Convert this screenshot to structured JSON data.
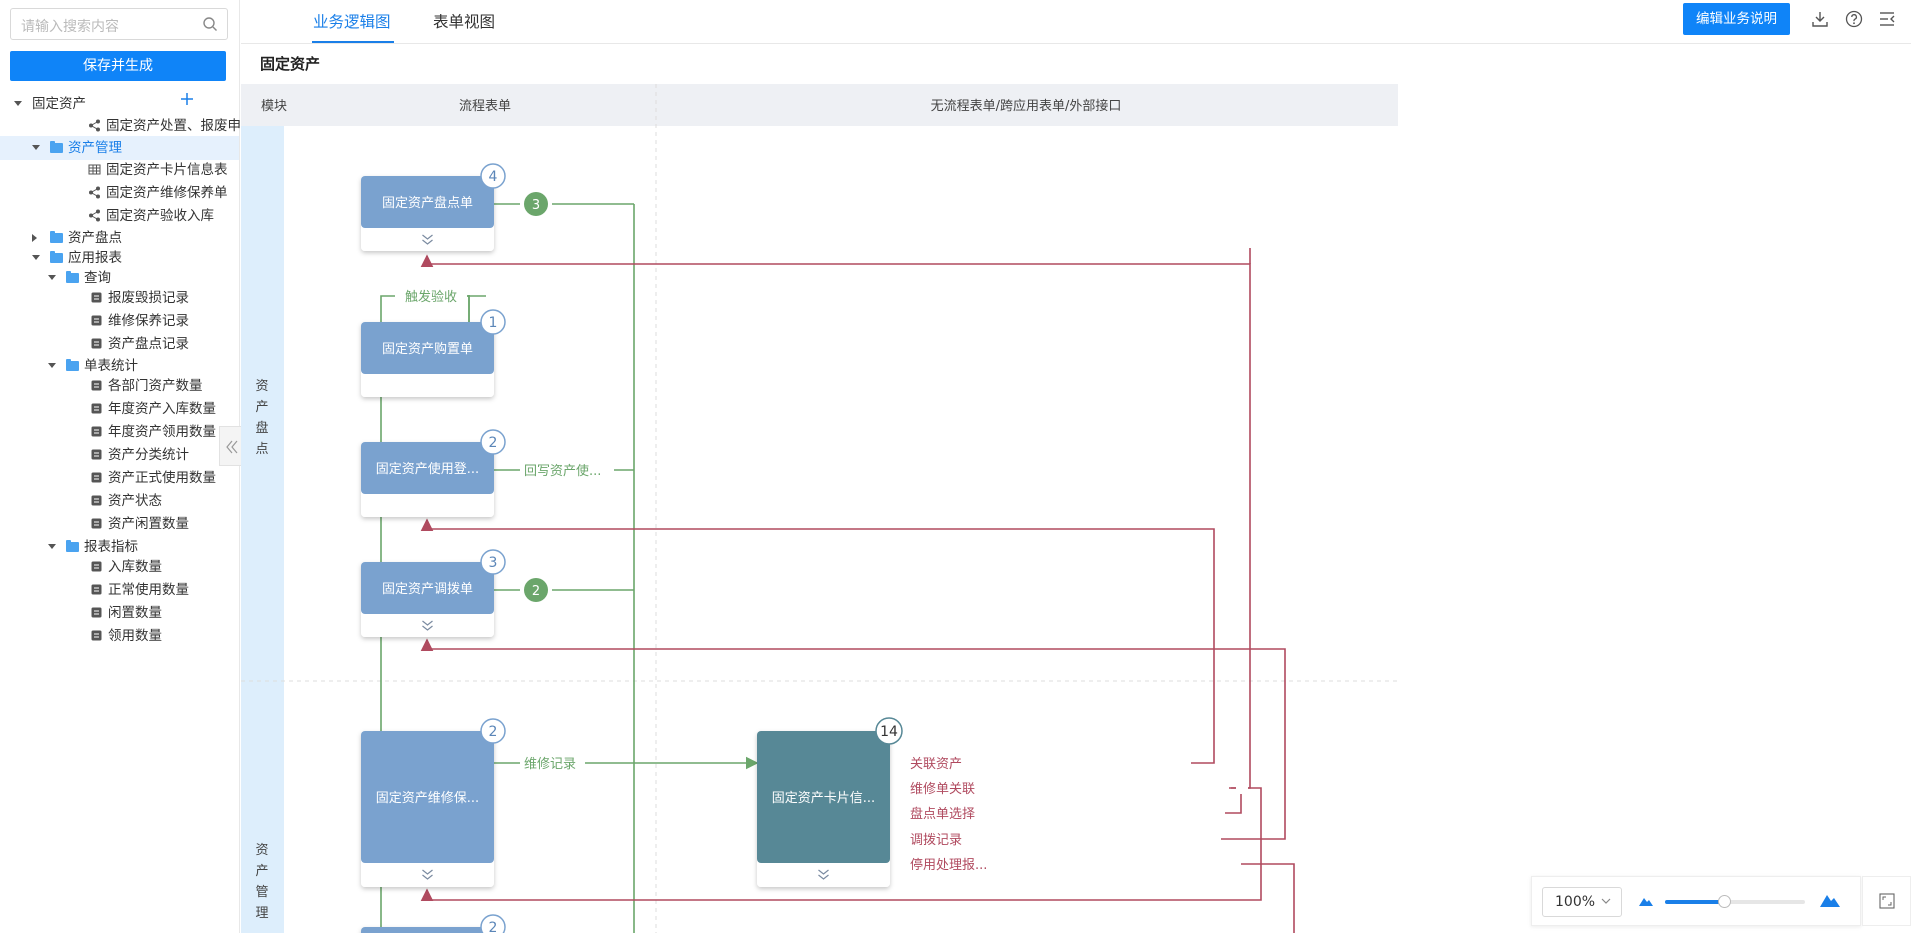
{
  "sidebar": {
    "search_placeholder": "请输入搜索内容",
    "save_label": "保存并生成",
    "tree": [
      {
        "label": "固定资产",
        "level": 0,
        "kind": "root",
        "arrow": "down"
      },
      {
        "label": "固定资产处置、报废申请",
        "level": 2,
        "kind": "flow"
      },
      {
        "label": "资产管理",
        "level": 1,
        "kind": "folder",
        "arrow": "down",
        "selected": true
      },
      {
        "label": "固定资产卡片信息表",
        "level": 2,
        "kind": "table"
      },
      {
        "label": "固定资产维修保养单",
        "level": 2,
        "kind": "flow"
      },
      {
        "label": "固定资产验收入库",
        "level": 2,
        "kind": "flow"
      },
      {
        "label": "资产盘点",
        "level": 1,
        "kind": "folder",
        "arrow": "right"
      },
      {
        "label": "应用报表",
        "level": 1,
        "kind": "folder",
        "arrow": "down"
      },
      {
        "label": "查询",
        "level": 2,
        "kind": "folder",
        "arrow": "down"
      },
      {
        "label": "报废毁损记录",
        "level": 3,
        "kind": "report"
      },
      {
        "label": "维修保养记录",
        "level": 3,
        "kind": "report"
      },
      {
        "label": "资产盘点记录",
        "level": 3,
        "kind": "report"
      },
      {
        "label": "单表统计",
        "level": 2,
        "kind": "folder",
        "arrow": "down"
      },
      {
        "label": "各部门资产数量",
        "level": 3,
        "kind": "report"
      },
      {
        "label": "年度资产入库数量",
        "level": 3,
        "kind": "report"
      },
      {
        "label": "年度资产领用数量",
        "level": 3,
        "kind": "report"
      },
      {
        "label": "资产分类统计",
        "level": 3,
        "kind": "report"
      },
      {
        "label": "资产正式使用数量",
        "level": 3,
        "kind": "report"
      },
      {
        "label": "资产状态",
        "level": 3,
        "kind": "report"
      },
      {
        "label": "资产闲置数量",
        "level": 3,
        "kind": "report"
      },
      {
        "label": "报表指标",
        "level": 2,
        "kind": "folder",
        "arrow": "down"
      },
      {
        "label": "入库数量",
        "level": 3,
        "kind": "report"
      },
      {
        "label": "正常使用数量",
        "level": 3,
        "kind": "report"
      },
      {
        "label": "闲置数量",
        "level": 3,
        "kind": "report"
      },
      {
        "label": "领用数量",
        "level": 3,
        "kind": "report"
      }
    ]
  },
  "tabs": {
    "logic": "业务逻辑图",
    "form": "表单视图"
  },
  "toolbar": {
    "edit_label": "编辑业务说明"
  },
  "page_title": "固定资产",
  "diagram": {
    "header": {
      "module": "模块",
      "flow": "流程表单",
      "other": "无流程表单/跨应用表单/外部接口"
    },
    "lanes": [
      {
        "label": "资产盘点"
      },
      {
        "label": "资产管理"
      }
    ],
    "nodes": {
      "inventory": {
        "label": "固定资产盘点单",
        "count": "4"
      },
      "purchase": {
        "label": "固定资产购置单",
        "count": "1"
      },
      "usage": {
        "label": "固定资产使用登...",
        "count": "2"
      },
      "transfer": {
        "label": "固定资产调拨单",
        "count": "3"
      },
      "repair": {
        "label": "固定资产维修保...",
        "count": "2"
      },
      "card": {
        "label": "固定资产卡片信...",
        "count": "14"
      },
      "next": {
        "count": "2"
      }
    },
    "badges": {
      "inventory": "3",
      "transfer": "2"
    },
    "edge_labels": {
      "trigger": "触发验收",
      "writeback": "回写资产使...",
      "repair_record": "维修记录",
      "link_asset": "关联资产",
      "repair_link": "维修单关联",
      "inventory_select": "盘点单选择",
      "transfer_record": "调拨记录",
      "stop_report": "停用处理报..."
    },
    "colors": {
      "node": "#7aa2cf",
      "card": "#578896",
      "green": "#6ba66b",
      "red": "#b04a5f",
      "lane": "#ddeefc",
      "header": "#eef0f4"
    }
  },
  "zoom": {
    "level": "100%",
    "slider": 0.42
  }
}
